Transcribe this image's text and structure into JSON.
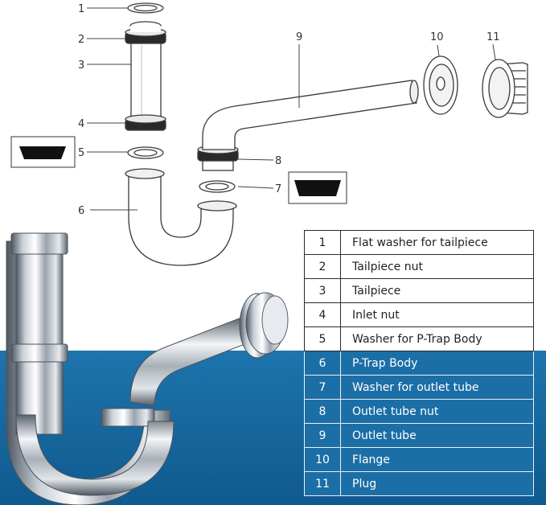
{
  "colors": {
    "water": "#1a6aa0",
    "chrome_dark": "#5b6470",
    "chrome_light": "#f4f6f8",
    "gasket": "#1a1a1a",
    "outline": "#3a3a3a"
  },
  "callouts": [
    "1",
    "2",
    "3",
    "4",
    "5",
    "6",
    "7",
    "8",
    "9",
    "10",
    "11"
  ],
  "parts": [
    {
      "num": "1",
      "name": "Flat washer for tailpiece"
    },
    {
      "num": "2",
      "name": "Tailpiece nut"
    },
    {
      "num": "3",
      "name": "Tailpiece"
    },
    {
      "num": "4",
      "name": "Inlet nut"
    },
    {
      "num": "5",
      "name": "Washer for P-Trap Body"
    },
    {
      "num": "6",
      "name": "P-Trap Body"
    },
    {
      "num": "7",
      "name": "Washer for outlet tube"
    },
    {
      "num": "8",
      "name": "Outlet tube nut"
    },
    {
      "num": "9",
      "name": "Outlet tube"
    },
    {
      "num": "10",
      "name": "Flange"
    },
    {
      "num": "11",
      "name": "Plug"
    }
  ]
}
